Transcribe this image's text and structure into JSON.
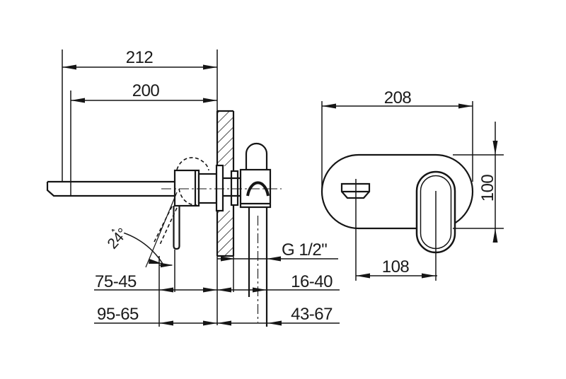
{
  "drawing": {
    "kind": "wall-mounted basin mixer installation drawing",
    "colors": {
      "background": "#ffffff",
      "line": "#151515",
      "text": "#1a1a1a"
    },
    "side_view": {
      "dim_overall_length": "212",
      "dim_projection": "200",
      "dim_handle_angle": "24°",
      "thread_label": "G 1/2\"",
      "dim_depth_row1_left": "75-45",
      "dim_depth_row1_right": "16-40",
      "dim_depth_row2_left": "95-65",
      "dim_depth_row2_right": "43-67"
    },
    "front_view": {
      "dim_plate_width": "208",
      "dim_plate_height": "100",
      "dim_spout_to_handle": "108"
    }
  }
}
